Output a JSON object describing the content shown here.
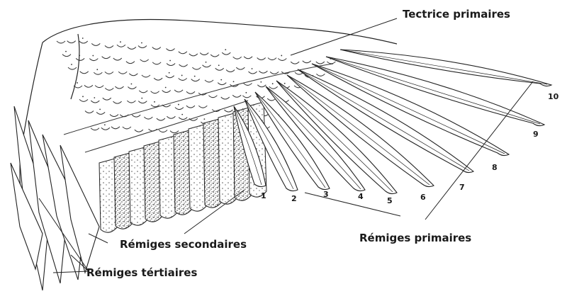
{
  "labels": {
    "tectrice": "Tectrice primaires",
    "primaires": "Rémiges primaires",
    "secondaires": "Rémiges secondaires",
    "tertiaires": "Rémiges tértiaires"
  },
  "feather_numbers": [
    "1",
    "2",
    "3",
    "4",
    "5",
    "6",
    "7",
    "8",
    "9",
    "10"
  ],
  "colors": {
    "ink": "#1a1a1a",
    "background": "#ffffff"
  }
}
